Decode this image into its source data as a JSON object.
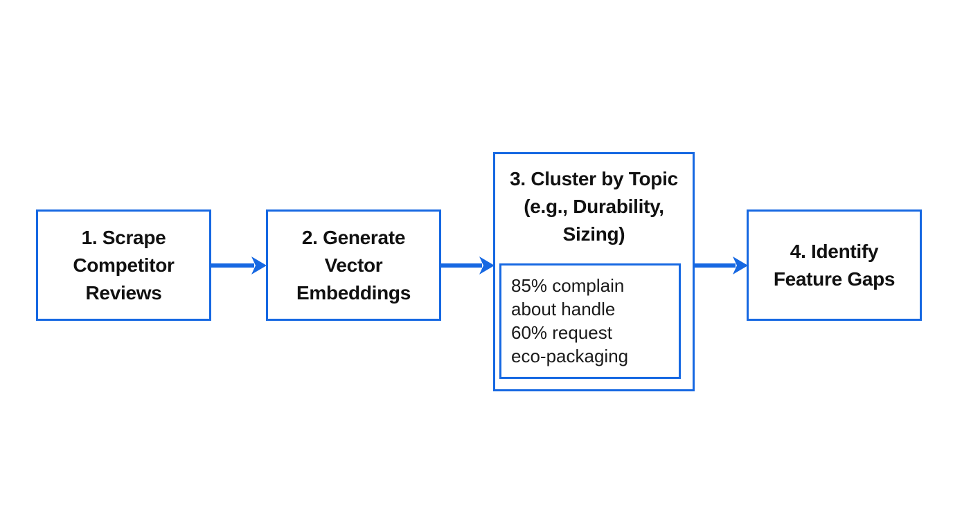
{
  "colors": {
    "accent_blue": "#1668E2",
    "label_text": "#111111",
    "note_text": "#1a1a1a",
    "background": "#ffffff"
  },
  "flowchart": {
    "steps": [
      {
        "label": "1. Scrape Competitor Reviews",
        "label_lines": [
          "1. Scrape",
          "Competitor",
          "Reviews"
        ]
      },
      {
        "label": "2. Generate Vector Embeddings",
        "label_lines": [
          "2. Generate",
          "Vector",
          "Embeddings"
        ]
      },
      {
        "label": "3. Cluster by Topic (e.g., Durability, Sizing)",
        "label_lines": [
          "3. Cluster by Topic",
          "(e.g., Durability,",
          "Sizing)"
        ],
        "note": "85% complain about handle 60% request eco-packaging",
        "note_lines": [
          "85% complain",
          "about handle",
          "60% request",
          "eco-packaging"
        ]
      },
      {
        "label": "4. Identify Feature Gaps",
        "label_lines": [
          "4. Identify",
          "Feature Gaps"
        ]
      }
    ],
    "connector": "arrow-right"
  }
}
